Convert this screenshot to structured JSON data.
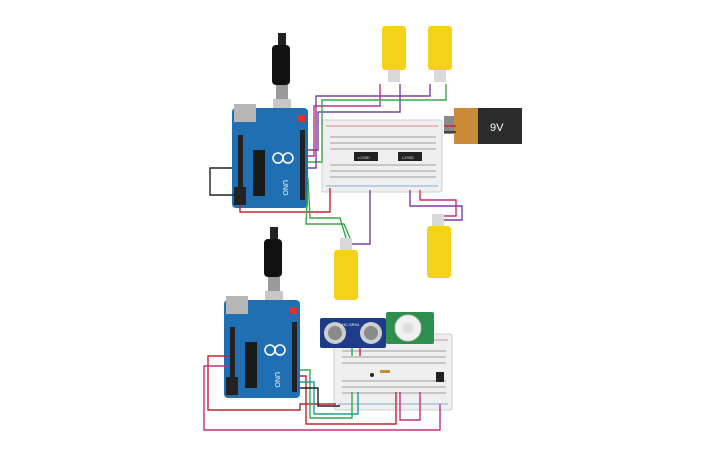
{
  "canvas": {
    "background": "#ffffff"
  },
  "colors": {
    "arduino_board": "#1f6fb2",
    "arduino_dark": "#17578f",
    "breadboard": "#efefef",
    "motor": "#f5d21a",
    "battery_body": "#2b2b2b",
    "battery_cap": "#c98a3a",
    "ultrasonic_board": "#1e3b8a",
    "pir_board": "#2f8f4e",
    "wire_red": "#c0272d",
    "wire_black": "#222222",
    "wire_green": "#3aa64a",
    "wire_purple": "#7a3ea0",
    "wire_magenta": "#c2307e",
    "wire_teal": "#1e9c9c"
  },
  "battery": {
    "label": "9V"
  },
  "arduino_top": {
    "label": "UNO"
  },
  "arduino_bottom": {
    "label": "UNO"
  },
  "motor_driver_left": {
    "label": "L293D"
  },
  "motor_driver_right": {
    "label": "L293D"
  },
  "ultrasonic": {
    "label": "HC-SR04"
  },
  "icons": [
    "arduino-logo-icon",
    "usb-cable-icon",
    "battery-icon",
    "motor-icon"
  ]
}
